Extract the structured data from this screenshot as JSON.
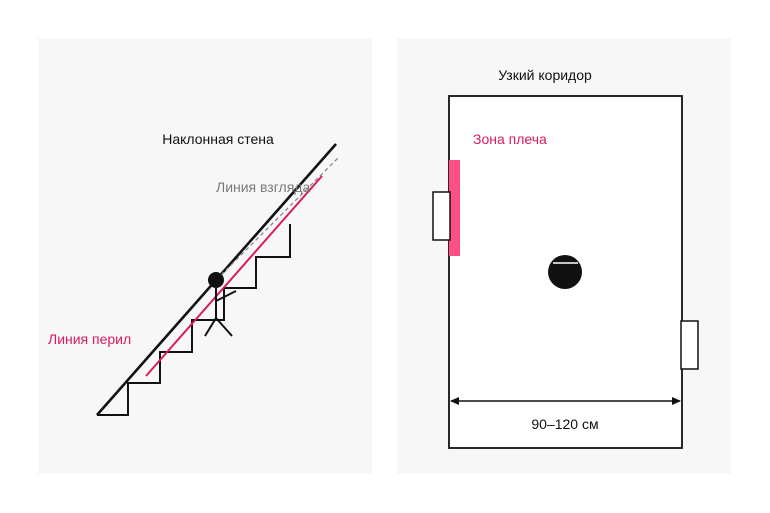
{
  "left_panel": {
    "wall_label": "Наклонная стена",
    "sight_label": "Линия взгляда",
    "rail_label": "Линия перил"
  },
  "right_panel": {
    "title": "Узкий коридор",
    "shoulder_label": "Зона плеча",
    "width_label": "90–120 см"
  },
  "colors": {
    "panel_bg": "#f7f7f7",
    "ink": "#111111",
    "accent": "#d81b60",
    "shoulder": "#ff4f86",
    "sight": "#888888",
    "sight_text": "#7a7a7a"
  }
}
